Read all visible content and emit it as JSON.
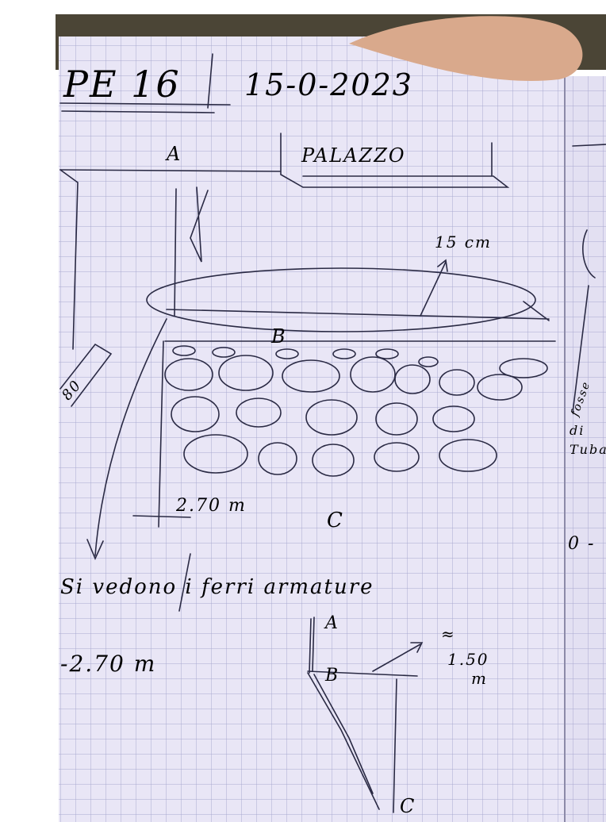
{
  "photo": {
    "subject": "hand-held squared notebook page with a pen sketch",
    "colors": {
      "paper": "#e9e6f6",
      "grid": "#a9a9d0",
      "ink": "#2a2a44",
      "background_top": "#4b4536",
      "thumb": "#d9a98c",
      "margin_white": "#ffffff"
    }
  },
  "notes": {
    "heading_code": "PE 16",
    "date": "15-0-2023",
    "label_a_top": "A",
    "label_palazzo": "PALAZZO",
    "dim_15cm": "15 cm",
    "label_b_top": "B",
    "side_number": "80",
    "dim_270_upper": "2.70 m",
    "label_c_top": "C",
    "sentence": "Si vedono i ferri armature",
    "dim_270_lower": "-2.70 m",
    "label_a_section": "A",
    "label_b_section": "B",
    "dim_150_approx": "≈",
    "dim_150": "1.50",
    "dim_150_unit": "m",
    "label_c_section": "C",
    "right_page_fragment_1": "fosse",
    "right_page_fragment_2": "di",
    "right_page_fragment_3": "Tuba",
    "right_page_fragment_4": "0 -"
  }
}
